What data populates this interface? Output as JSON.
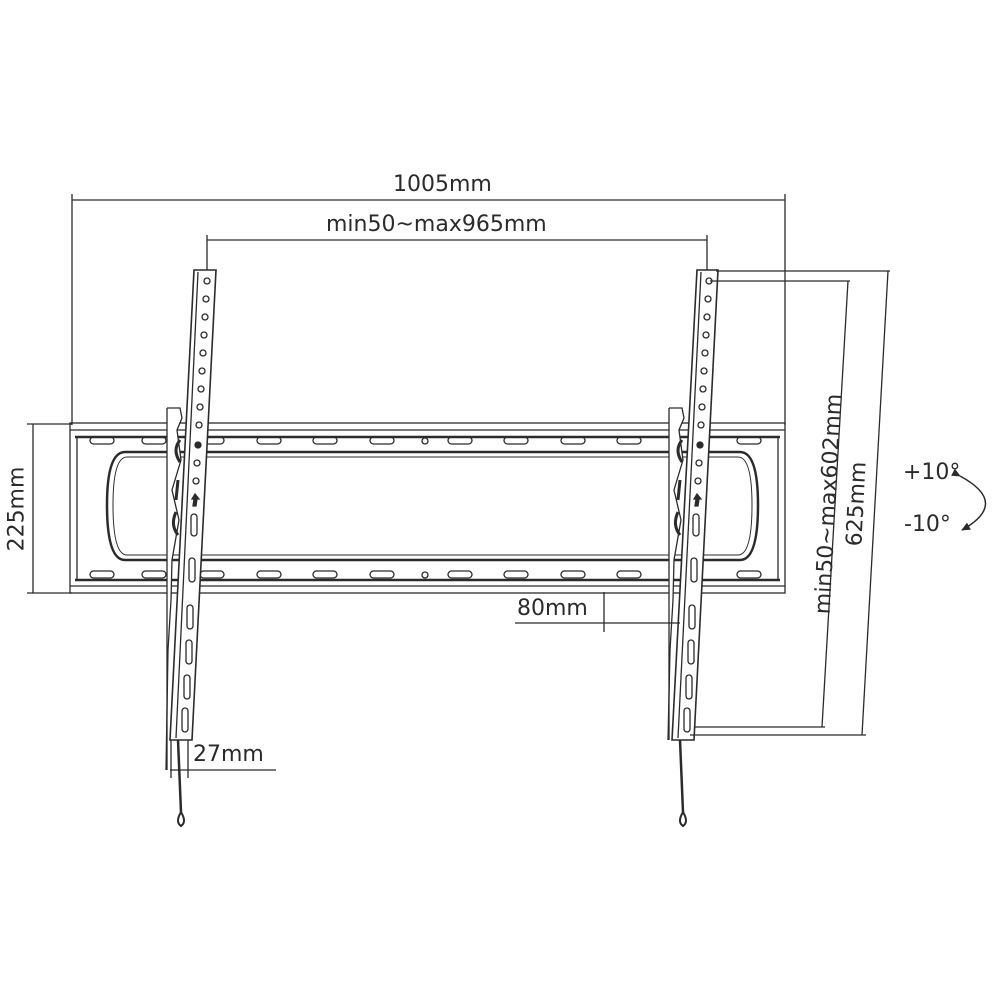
{
  "diagram": {
    "subject": "Tilting TV wall mount",
    "line_color": "#2b2b2b",
    "background": "#ffffff",
    "dimensions": {
      "overall_width": "1005mm",
      "vesa_horizontal": "min50~max965mm",
      "plate_height": "225mm",
      "vesa_vertical": "min50~max602mm",
      "arm_length": "625mm",
      "wall_offset": "80mm",
      "arm_depth": "27mm"
    },
    "tilt": {
      "up": "+10°",
      "down": "-10°"
    }
  }
}
